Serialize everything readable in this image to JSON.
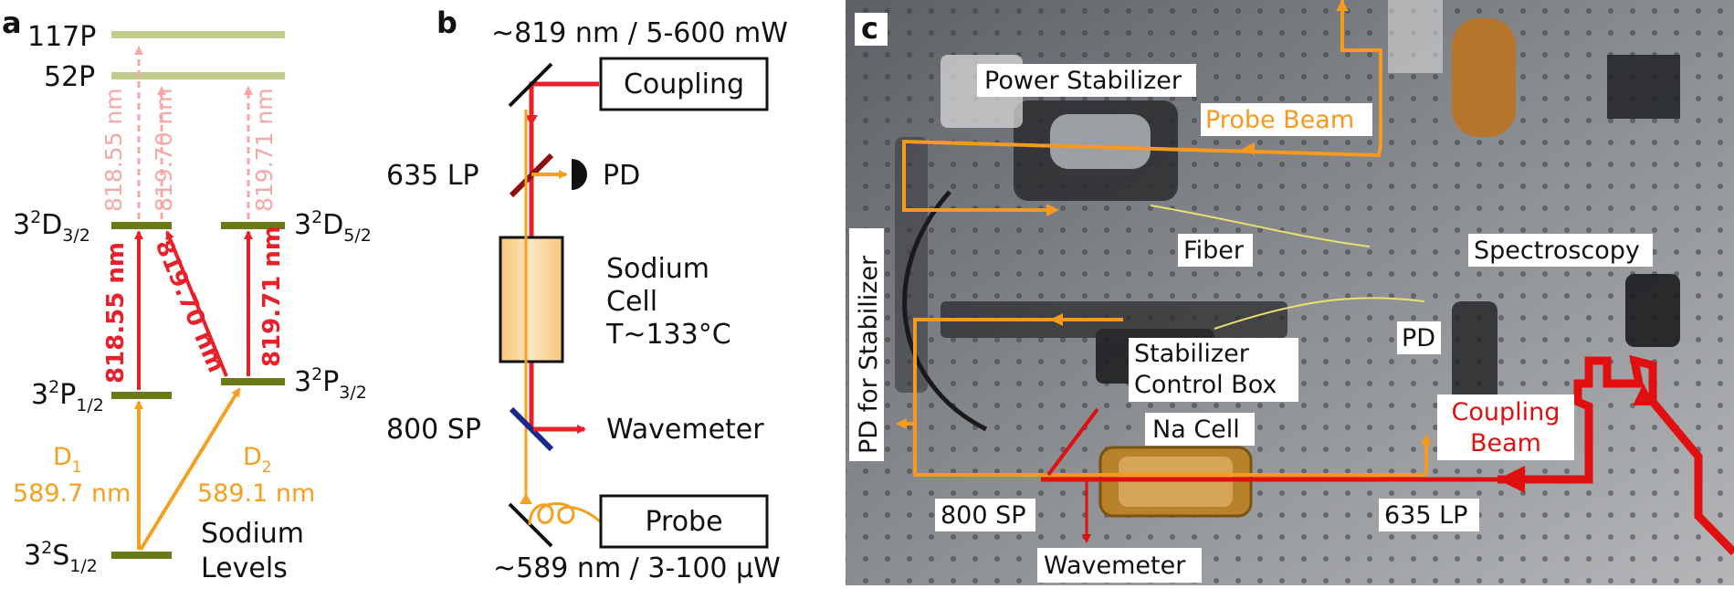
{
  "panels": {
    "a": "a",
    "b": "b",
    "c": "c"
  },
  "panel_a": {
    "levels": {
      "p117": "117P",
      "p52": "52P",
      "d32_base": "3",
      "d32_sup": "2",
      "d32_main": "D",
      "d32_sub": "3/2",
      "d52_base": "3",
      "d52_sup": "2",
      "d52_main": "D",
      "d52_sub": "5/2",
      "p12_base": "3",
      "p12_sup": "2",
      "p12_main": "P",
      "p12_sub": "1/2",
      "p32_base": "3",
      "p32_sup": "2",
      "p32_main": "P",
      "p32_sub": "3/2",
      "s12_base": "3",
      "s12_sup": "2",
      "s12_main": "S",
      "s12_sub": "1/2"
    },
    "transitions": {
      "ryd1": "818.55 nm",
      "ryd2": "819.70 nm",
      "ryd3": "819.71 nm",
      "t1": "818.55 nm",
      "t2": "819.70 nm",
      "t3": "819.71 nm",
      "d1_name": "D",
      "d1_sub": "1",
      "d1_wl": "589.7 nm",
      "d2_name": "D",
      "d2_sub": "2",
      "d2_wl": "589.1 nm"
    },
    "caption_line1": "Sodium",
    "caption_line2": "Levels"
  },
  "panel_b": {
    "top_label": "~819 nm / 5-600 mW",
    "bottom_label": "~589 nm / 3-100 μW",
    "coupling_box": "Coupling",
    "probe_box": "Probe",
    "lp_label": "635 LP",
    "sp_label": "800 SP",
    "pd_label": "PD",
    "wavemeter_label": "Wavemeter",
    "cell_line1": "Sodium",
    "cell_line2": "Cell",
    "cell_line3": "T~133°C"
  },
  "panel_c": {
    "power_stabilizer": "Power Stabilizer",
    "probe_beam": "Probe Beam",
    "fiber": "Fiber",
    "spectroscopy": "Spectroscopy",
    "pd_for_stabilizer": "PD for Stabilizer",
    "stabilizer_line1": "Stabilizer",
    "stabilizer_line2": "Control Box",
    "pd": "PD",
    "na_cell": "Na Cell",
    "coupling_line1": "Coupling",
    "coupling_line2": "Beam",
    "sp800": "800 SP",
    "lp635": "635 LP",
    "wavemeter": "Wavemeter"
  },
  "colors": {
    "level_dark": "#6b7a16",
    "level_light": "#c3cc8c",
    "probe_orange": "#f5a020",
    "coupling_red": "#e8202a",
    "rydberg_pink": "#f5a8a8",
    "photo_orange": "#f59a1e",
    "photo_red": "#e01010"
  }
}
